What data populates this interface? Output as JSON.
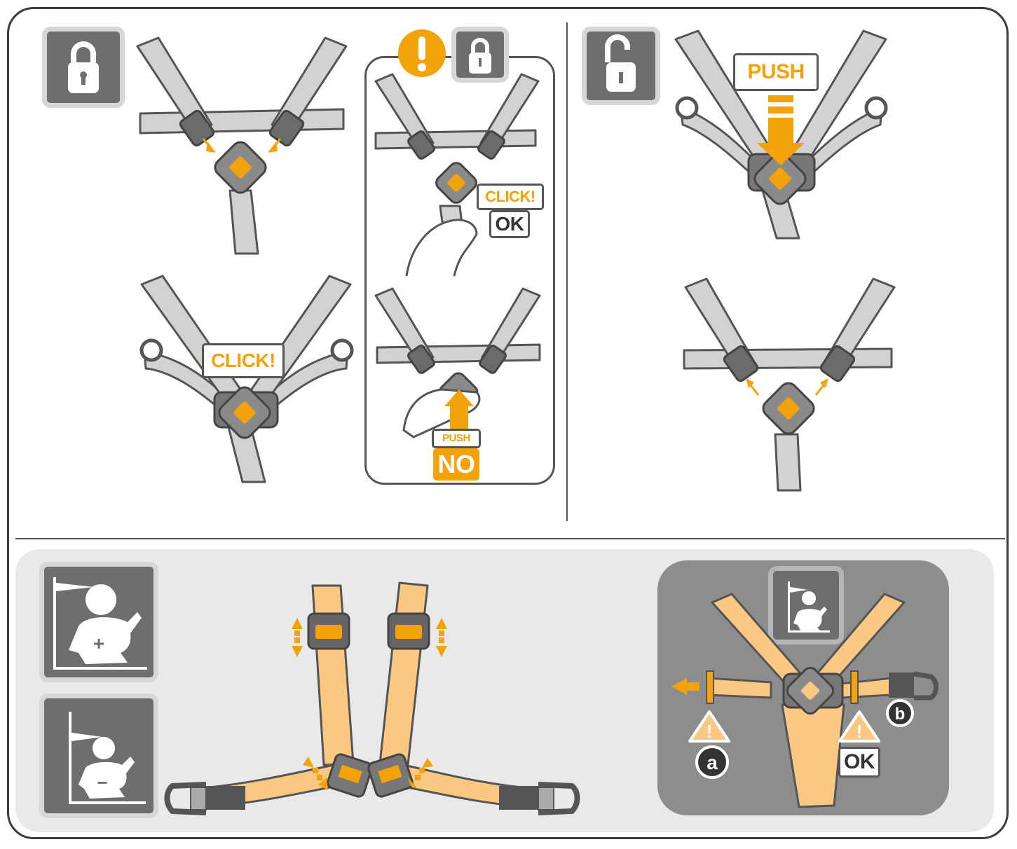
{
  "labels": {
    "click_upper_right": "CLICK!",
    "ok_upper": "OK",
    "click_lower_left": "CLICK!",
    "push_small": "PUSH",
    "no": "NO",
    "push_large": "PUSH",
    "ok_lower": "OK",
    "marker_a": "a",
    "marker_b": "b",
    "warning_mark": "!",
    "plus": "+",
    "minus": "−"
  },
  "icons": {
    "lock": "padlock-closed-icon",
    "unlock": "padlock-open-icon",
    "warning": "exclamation-circle-icon",
    "triangle": "warning-triangle-icon",
    "push": "push-arrow-icon"
  },
  "colors": {
    "accent": "#f2a20a",
    "strap_gray": "#d2d2d2",
    "strap_orange": "#fbc884",
    "dark": "#555555",
    "tile_gray": "#6e6e6e"
  }
}
